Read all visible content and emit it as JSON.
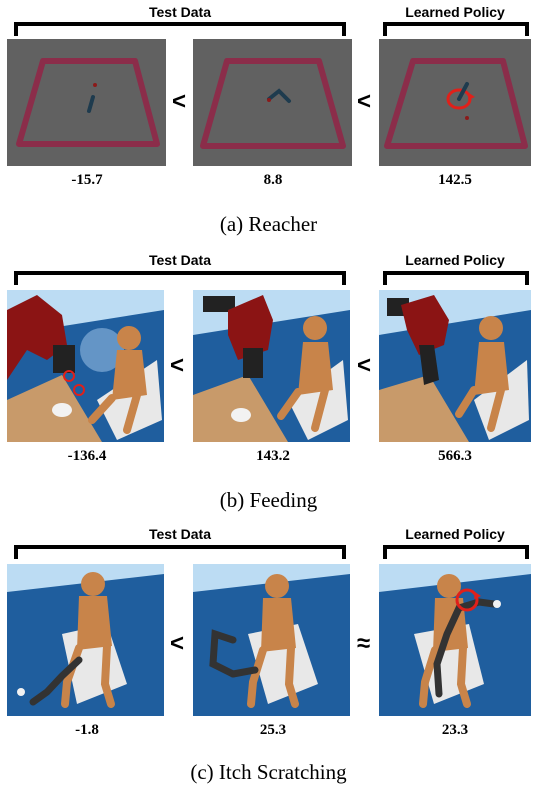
{
  "labels": {
    "test_data": "Test Data",
    "learned_policy": "Learned Policy"
  },
  "rows": [
    {
      "caption": "(a) Reacher",
      "scores": [
        "-15.7",
        "8.8",
        "142.5"
      ],
      "comparators": [
        "<",
        "<"
      ]
    },
    {
      "caption": "(b) Feeding",
      "scores": [
        "-136.4",
        "143.2",
        "566.3"
      ],
      "comparators": [
        "<",
        "<"
      ]
    },
    {
      "caption": "(c) Itch Scratching",
      "scores": [
        "-1.8",
        "25.3",
        "23.3"
      ],
      "comparators": [
        "<",
        "≈"
      ]
    }
  ],
  "colors": {
    "arena_floor": "#616161",
    "arena_border": "#8b2d4a",
    "sky": "#bcdcf3",
    "floor_blue": "#1f5e9e",
    "robot_red": "#8b1414",
    "mannequin": "#c8844a",
    "highlight_red": "#e0201a"
  }
}
